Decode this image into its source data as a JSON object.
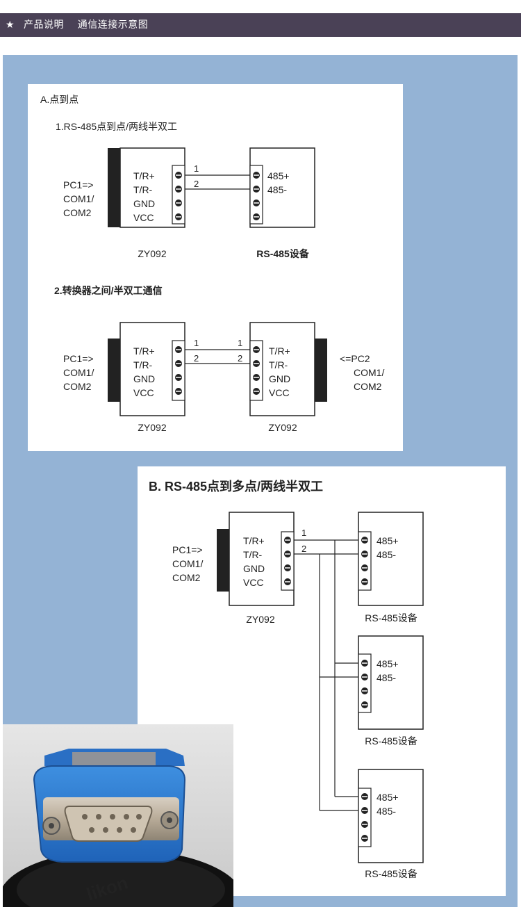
{
  "header": {
    "star_icon": "star-icon",
    "title": "产品说明    通信连接示意图"
  },
  "section_a": {
    "heading": "A.点到点",
    "sub1": "1.RS-485点到点/两线半双工",
    "sub2": "2.转换器之间/半双工通信",
    "converter_name": "ZY092",
    "pc_left": [
      "PC1=>",
      "COM1/",
      "COM2"
    ],
    "pc_right": [
      "<=PC2",
      "COM1/",
      "COM2"
    ],
    "pins": [
      "T/R+",
      "T/R-",
      "GND",
      "VCC"
    ],
    "device_pins": [
      "485+",
      "485-"
    ],
    "device_name": "RS-485设备",
    "wire_labels": [
      "1",
      "2"
    ]
  },
  "section_b": {
    "heading": "B. RS-485点到多点/两线半双工",
    "converter_name": "ZY092",
    "pc_left": [
      "PC1=>",
      "COM1/",
      "COM2"
    ],
    "pins": [
      "T/R+",
      "T/R-",
      "GND",
      "VCC"
    ],
    "device_pins": [
      "485+",
      "485-"
    ],
    "device_name": "RS-485设备",
    "wire_labels": [
      "1",
      "2"
    ]
  },
  "photo": {
    "brand_text": "likon"
  }
}
